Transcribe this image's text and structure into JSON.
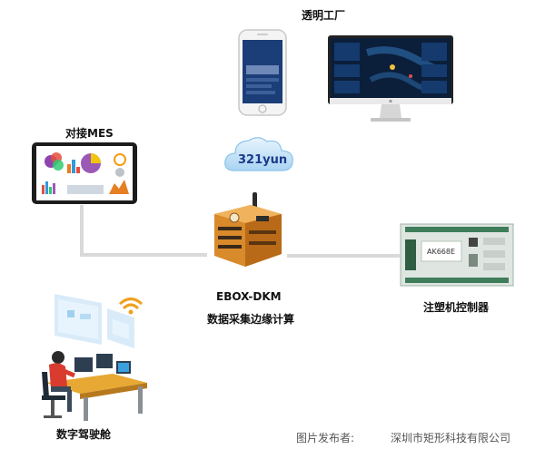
{
  "labels": {
    "factory": "透明工厂",
    "mes": "对接MES",
    "cloud": "321yun",
    "device_name": "EBOX-DKM",
    "device_desc": "数据采集边缘计算",
    "controller": "注塑机控制器",
    "controller_board": "AK668E",
    "cockpit": "数字驾驶舱"
  },
  "footer": {
    "credit_label": "图片发布者:",
    "credit_company": "深圳市矩形科技有限公司"
  },
  "colors": {
    "connector": "#d9d9d9",
    "cloud_blue": "#3aa0e0",
    "device_orange": "#d98a2b",
    "board_green": "#3f7d5b",
    "screen_dark": "#0b1e3a",
    "wifi_orange": "#f0a020"
  }
}
